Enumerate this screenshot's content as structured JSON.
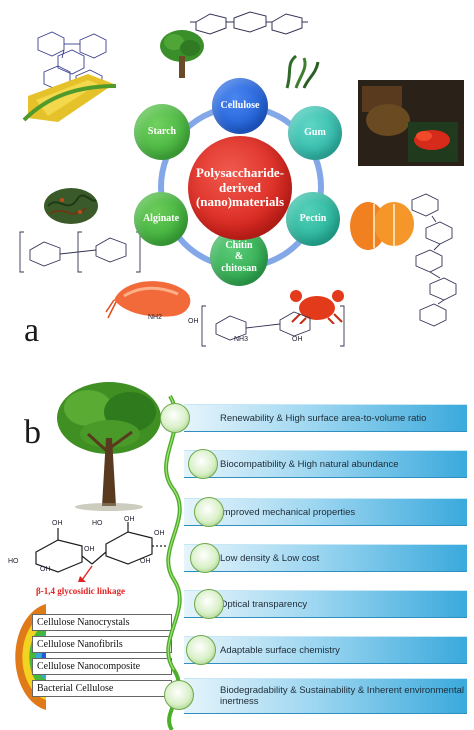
{
  "panel_a": {
    "label": "a",
    "center": "Polysaccharide-\nderived\n(nano)materials",
    "nodes": [
      {
        "label": "Cellulose",
        "color": "#1f5fd6"
      },
      {
        "label": "Gum",
        "color": "#2fb8a8"
      },
      {
        "label": "Pectin",
        "color": "#25b29a"
      },
      {
        "label": "Chitin\n&\nchitosan",
        "color": "#2ea84f"
      },
      {
        "label": "Alginate",
        "color": "#3cae3a"
      },
      {
        "label": "Starch",
        "color": "#43b23c"
      }
    ],
    "chem_labels": [
      "NH2",
      "OH",
      "NH3",
      "OH"
    ]
  },
  "panel_b": {
    "label": "b",
    "properties": [
      "Renewability & High surface area-to-volume ratio",
      "Biocompatibility & High natural abundance",
      "Improved mechanical properties",
      "Low density & Low cost",
      "Optical transparency",
      "Adaptable surface chemistry",
      "Biodegradability & Sustainability & Inherent environmental inertness"
    ],
    "linkage_label": "β-1,4 glycosidic linkage",
    "cellulose_types": [
      "Cellulose Nanocrystals",
      "Cellulose Nanofibrils",
      "Cellulose Nanocomposite",
      "Bacterial Cellulose"
    ],
    "chem_labels": [
      "OH",
      "HO",
      "OH",
      "OH",
      "HO",
      "OH",
      "OH",
      "OH"
    ]
  },
  "colors": {
    "arrow_red": "#e02424",
    "vine_green": "#4caf2a",
    "ring_blue": "#1f5fd6"
  }
}
